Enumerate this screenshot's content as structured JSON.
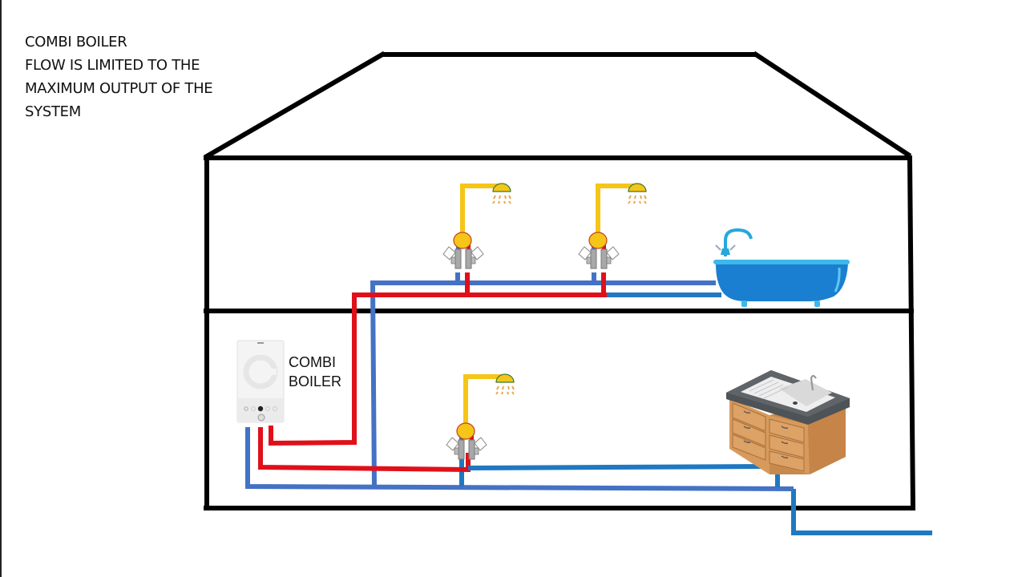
{
  "caption": {
    "lines": [
      "COMBI BOILER",
      "FLOW IS LIMITED TO THE",
      "MAXIMUM OUTPUT OF THE",
      "SYSTEM"
    ]
  },
  "boiler": {
    "label_lines": [
      "COMBI",
      "BOILER"
    ]
  },
  "colors": {
    "hot_pipe": "#e0101a",
    "cold_pipe": "#4472c4",
    "mains_pipe": "#1f78c1",
    "shower_pipe": "#f5c518",
    "house_outline": "#000000",
    "bath": "#1a7fd0",
    "cabinet": "#d89a5c",
    "worktop": "#555a5e"
  },
  "fixtures": [
    {
      "type": "shower",
      "floor": "upper",
      "name": "upper-shower-1"
    },
    {
      "type": "shower",
      "floor": "upper",
      "name": "upper-shower-2"
    },
    {
      "type": "bath",
      "floor": "upper",
      "name": "bath"
    },
    {
      "type": "shower",
      "floor": "ground",
      "name": "ground-shower"
    },
    {
      "type": "kitchen-sink",
      "floor": "ground",
      "name": "kitchen-sink"
    },
    {
      "type": "combi-boiler",
      "floor": "ground",
      "name": "combi-boiler"
    }
  ]
}
